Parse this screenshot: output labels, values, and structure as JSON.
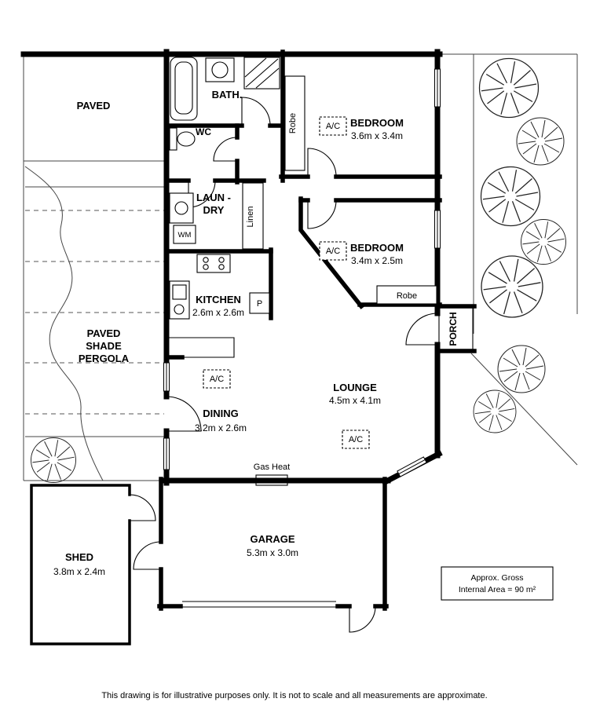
{
  "rooms": {
    "paved": {
      "name": "PAVED"
    },
    "pergola": {
      "line1": "PAVED",
      "line2": "SHADE",
      "line3": "PERGOLA"
    },
    "bath": {
      "name": "BATH."
    },
    "wc": {
      "name": "WC"
    },
    "laundry": {
      "name_line1": "LAUN -",
      "name_line2": "DRY"
    },
    "kitchen": {
      "name": "KITCHEN",
      "dims": "2.6m x 2.6m"
    },
    "bedroom1": {
      "name": "BEDROOM",
      "dims": "3.6m x 3.4m"
    },
    "bedroom2": {
      "name": "BEDROOM",
      "dims": "3.4m x 2.5m"
    },
    "lounge": {
      "name": "LOUNGE",
      "dims": "4.5m x 4.1m"
    },
    "dining": {
      "name": "DINING",
      "dims": "3.2m x 2.6m"
    },
    "garage": {
      "name": "GARAGE",
      "dims": "5.3m x 3.0m"
    },
    "shed": {
      "name": "SHED",
      "dims": "3.8m x 2.4m"
    },
    "porch": {
      "name": "PORCH"
    }
  },
  "fixtures": {
    "robe_bedroom1": "Robe",
    "robe_bedroom2": "Robe",
    "linen": "Linen",
    "pantry": "P",
    "washing_machine": "WM",
    "air_conditioner": "A/C",
    "gas_heater": "Gas Heat"
  },
  "annotations": {
    "area_note_line1": "Approx. Gross",
    "area_note_line2": "Internal Area = 90 m²",
    "disclaimer": "This drawing is for illustrative purposes only. It is not to scale and all measurements are approximate."
  },
  "colors": {
    "wall": "#000000",
    "background": "#ffffff"
  }
}
